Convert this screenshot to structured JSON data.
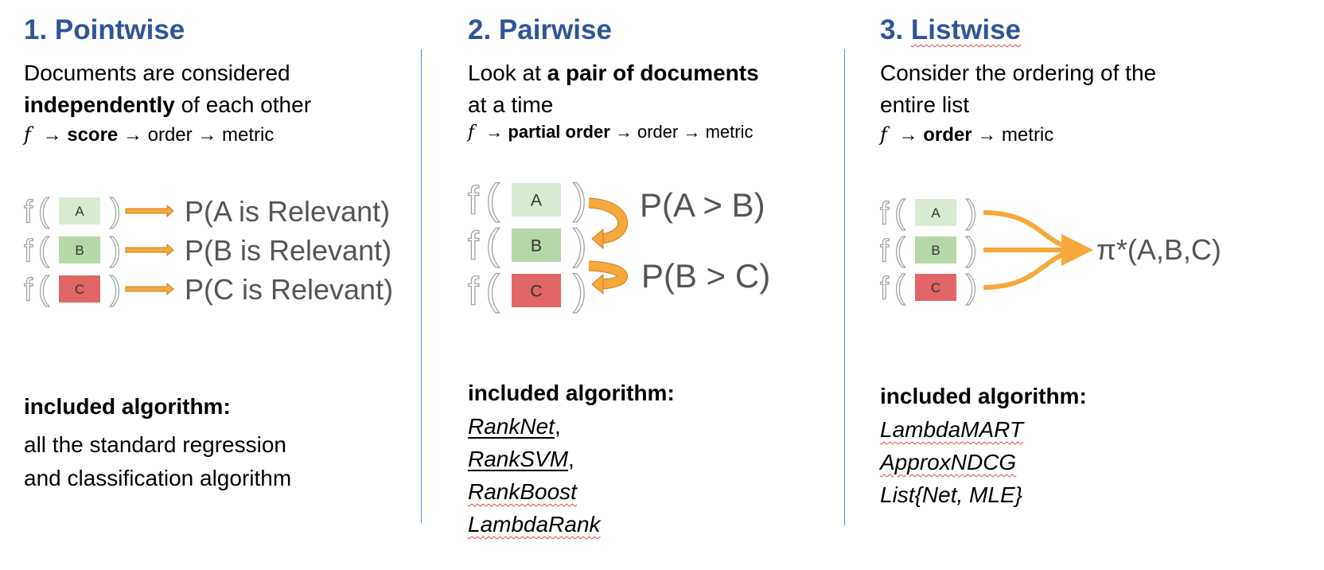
{
  "pointwise": {
    "title": "1. Pointwise",
    "desc_line1": "Documents are considered",
    "desc_bold": "independently",
    "desc_line2_rest": " of each other",
    "formula_f": "f",
    "formula_arrow1": " → ",
    "formula_bold": "score",
    "formula_rest": " → order → metric",
    "func_glyph": "f",
    "docs": [
      "A",
      "B",
      "C"
    ],
    "outputs": [
      "P(A is Relevant)",
      "P(B is Relevant)",
      "P(C is Relevant)"
    ],
    "algo_heading": "included algorithm:",
    "algo_line1": "all the standard regression",
    "algo_line2": "and classification algorithm"
  },
  "pairwise": {
    "title": "2. Pairwise",
    "desc_pre": "Look at ",
    "desc_bold": "a pair of documents",
    "desc_line2": "at a time",
    "formula_f": "f",
    "formula_arrow1": " → ",
    "formula_bold": "partial order",
    "formula_rest": " → order → metric",
    "func_glyph": "f",
    "docs": [
      "A",
      "B",
      "C"
    ],
    "outputs": [
      "P(A > B)",
      "P(B > C)"
    ],
    "algo_heading": "included algorithm:",
    "algorithms": [
      "RankNet",
      "RankSVM",
      "RankBoost",
      "LambdaRank"
    ],
    "separators": [
      ",",
      ",",
      "",
      ""
    ]
  },
  "listwise": {
    "title_num": "3. ",
    "title_word": "Listwise",
    "desc_line1": "Consider the ordering of the",
    "desc_line2": "entire list",
    "formula_f": "f",
    "formula_arrow1": " → ",
    "formula_bold": "order",
    "formula_rest": " → metric",
    "func_glyph": "f",
    "docs": [
      "A",
      "B",
      "C"
    ],
    "output": "π*(A,B,C)",
    "algo_heading": "included algorithm:",
    "algorithms": [
      "LambdaMART",
      "ApproxNDCG",
      "List{Net, MLE}"
    ]
  },
  "colors": {
    "title": "#2f5597",
    "doc_a": "#d9ead3",
    "doc_b": "#b6d7a8",
    "doc_c": "#e06666",
    "arrow": "#f6a83c",
    "glyph": "#9e9e9e",
    "output_text": "#555555",
    "divider": "#5b8fd0"
  }
}
